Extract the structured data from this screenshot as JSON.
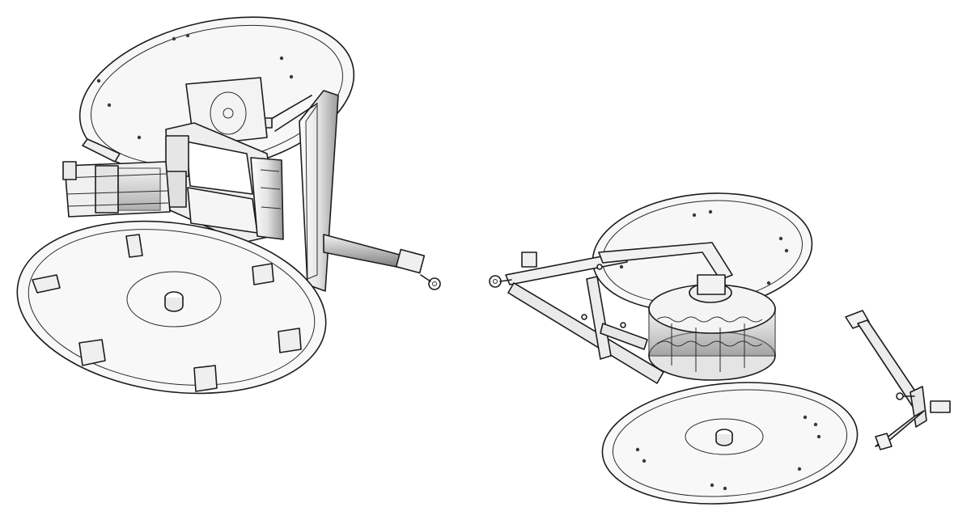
{
  "illustration": {
    "style": "line-art technical rendering, white background",
    "colors": {
      "background": "#ffffff",
      "outline": "#1c1c1c",
      "shade": "#8e8e8e",
      "fill": "#f6f6f6"
    },
    "parts": [
      {
        "id": "assembled-unit",
        "icon": "wheeled-drum-with-gearbox"
      },
      {
        "id": "exploded-unit",
        "icon": "wheeled-drum-with-a-frame"
      },
      {
        "id": "loose-bracket",
        "icon": "c-shaped-bracket"
      }
    ]
  }
}
